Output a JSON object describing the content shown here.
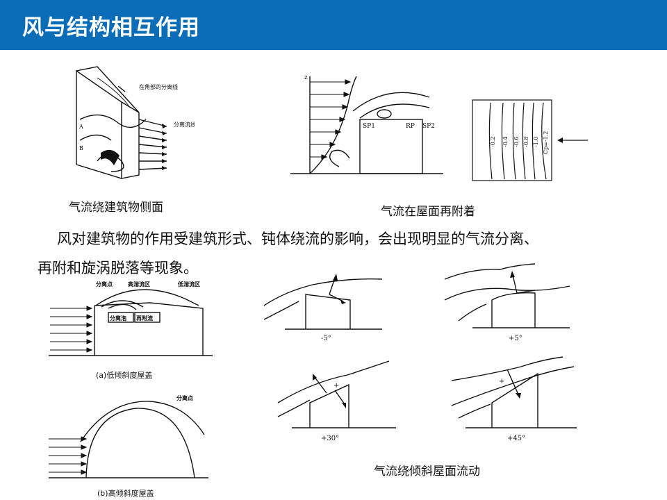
{
  "slide": {
    "title": "风与结构相互作用",
    "paragraph_line1": "风对建筑物的作用受建筑形式、钝体绕流的影响，会出现明显的气流分离、",
    "paragraph_line2": "再附和旋涡脱落等现象。"
  },
  "figures": {
    "side_flow": {
      "caption": "气流绕建筑物侧面",
      "label_corner_separation": "在角部的分离线",
      "label_separation_streamline": "分离流线",
      "label_a": "A",
      "label_b": "B"
    },
    "reattach": {
      "caption": "气流在屋面再附着",
      "label_z": "z",
      "label_sp1": "SP1",
      "label_rp": "RP",
      "label_sp2": "SP2",
      "contours": [
        "-0.2",
        "-0.4",
        "-0.6",
        "-0.8",
        "-1.0",
        "Cp=-1.2"
      ]
    },
    "low_slope": {
      "caption": "(a)低倾斜度屋盖",
      "label_sep_point": "分离点",
      "label_high_turb": "高湍流区",
      "label_low_turb": "低湍流区",
      "label_sep_bubble": "分离泡",
      "label_reattach_flow": "再附流"
    },
    "high_slope": {
      "caption": "(b)高倾斜度屋盖",
      "label_sep_point": "分离点"
    },
    "inclined": {
      "caption": "气流绕倾斜屋面流动",
      "angles": [
        "-5°",
        "+5°",
        "+30°",
        "+45°"
      ],
      "plus_sign": "+"
    }
  },
  "colors": {
    "title_bar": "#0b6cb8",
    "title_text": "#ffffff"
  }
}
